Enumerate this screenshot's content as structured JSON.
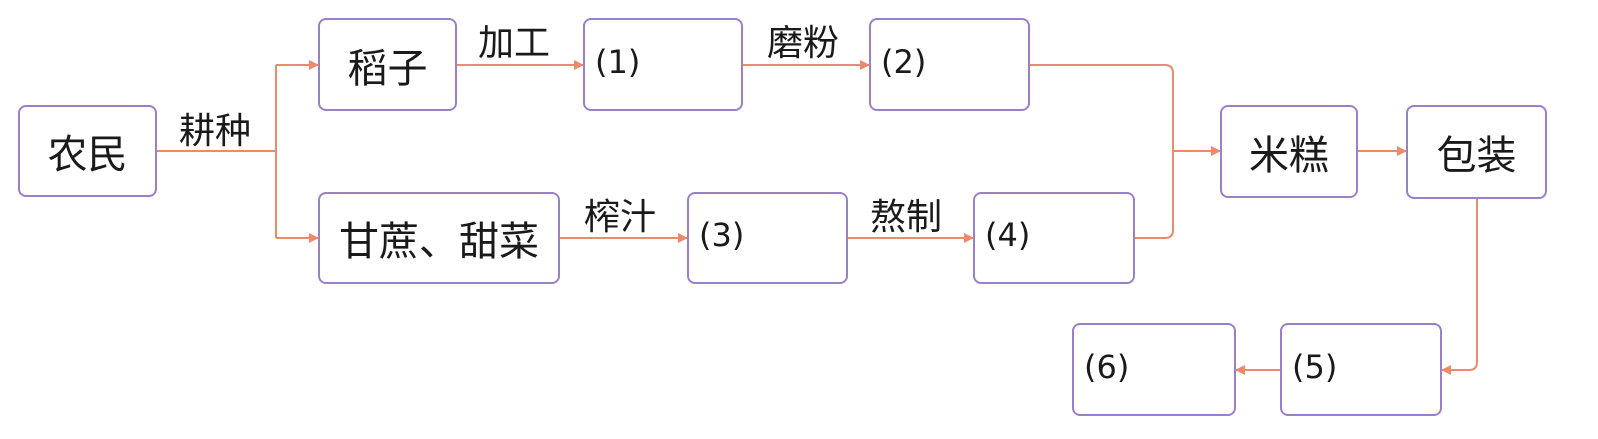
{
  "nodes": {
    "farmers": "农民",
    "rice": "稻子",
    "sugarcane_beet": "甘蔗、甜菜",
    "blank1": "(1)",
    "blank2": "(2)",
    "blank3": "(3)",
    "blank4": "(4)",
    "rice_cake": "米糕",
    "packaging": "包装",
    "blank5": "(5)",
    "blank6": "(6)"
  },
  "edge_labels": {
    "cultivate": "耕种",
    "process": "加工",
    "grind": "磨粉",
    "press_juice": "榨汁",
    "boil": "熬制"
  },
  "colors": {
    "arrow": "#ee8a6c",
    "box_border": "#9b80c8"
  }
}
